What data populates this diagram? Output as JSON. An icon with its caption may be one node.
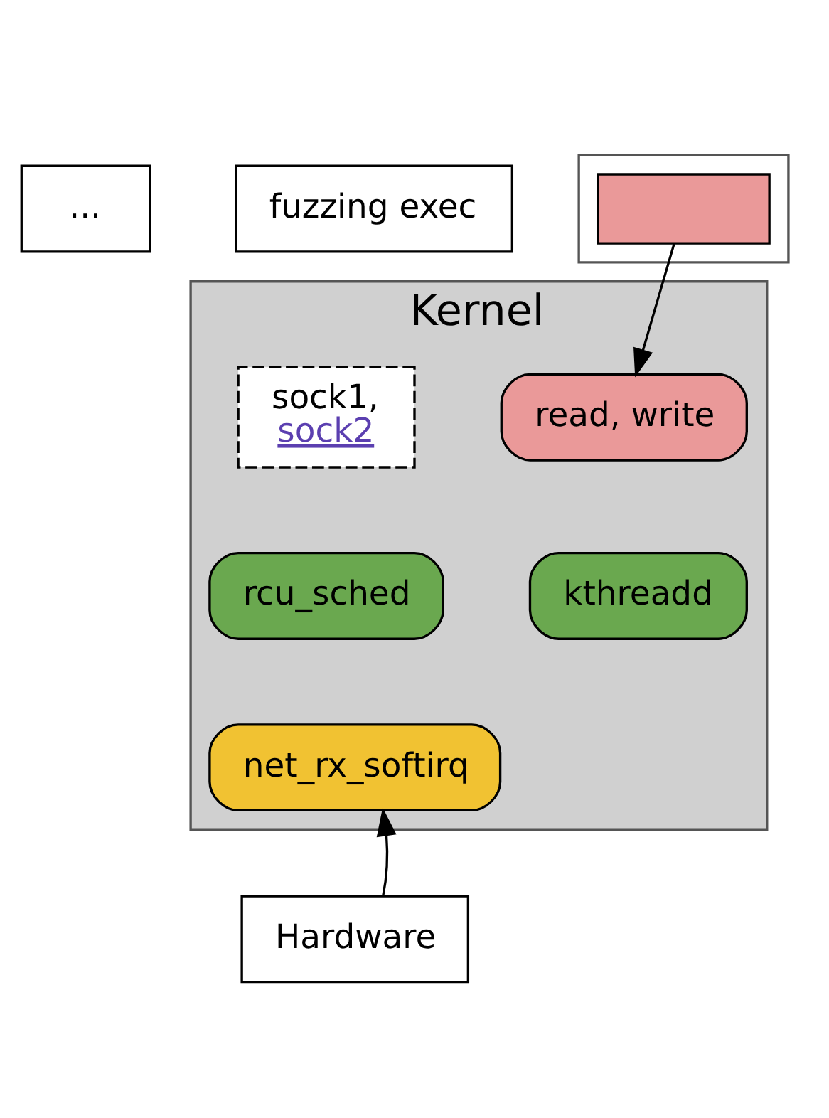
{
  "diagram": {
    "nodes": [
      {
        "text": [
          "..."
        ]
      },
      {
        "text": [
          "fuzzing exec"
        ]
      },
      {
        "text": [],
        "shape": "box"
      },
      {
        "text": [],
        "shape": "box",
        "in": 2
      },
      {
        "text": [
          "Kernel"
        ]
      },
      {
        "text": [
          "sock1,",
          "sock2"
        ],
        "in": 4
      },
      {
        "text": [
          "read, write"
        ],
        "in": 4
      },
      {
        "text": [
          "rcu_sched"
        ],
        "in": 4
      },
      {
        "text": [
          "kthreadd"
        ],
        "in": 4
      },
      {
        "text": [
          "net_rx_softirq"
        ],
        "in": 4
      },
      {
        "text": [
          "Hardware"
        ]
      }
    ],
    "edges": [
      {
        "from": 3,
        "to": 6,
        "arrow": "to"
      },
      {
        "from": 10,
        "to": 9,
        "arrow": "to"
      }
    ]
  }
}
